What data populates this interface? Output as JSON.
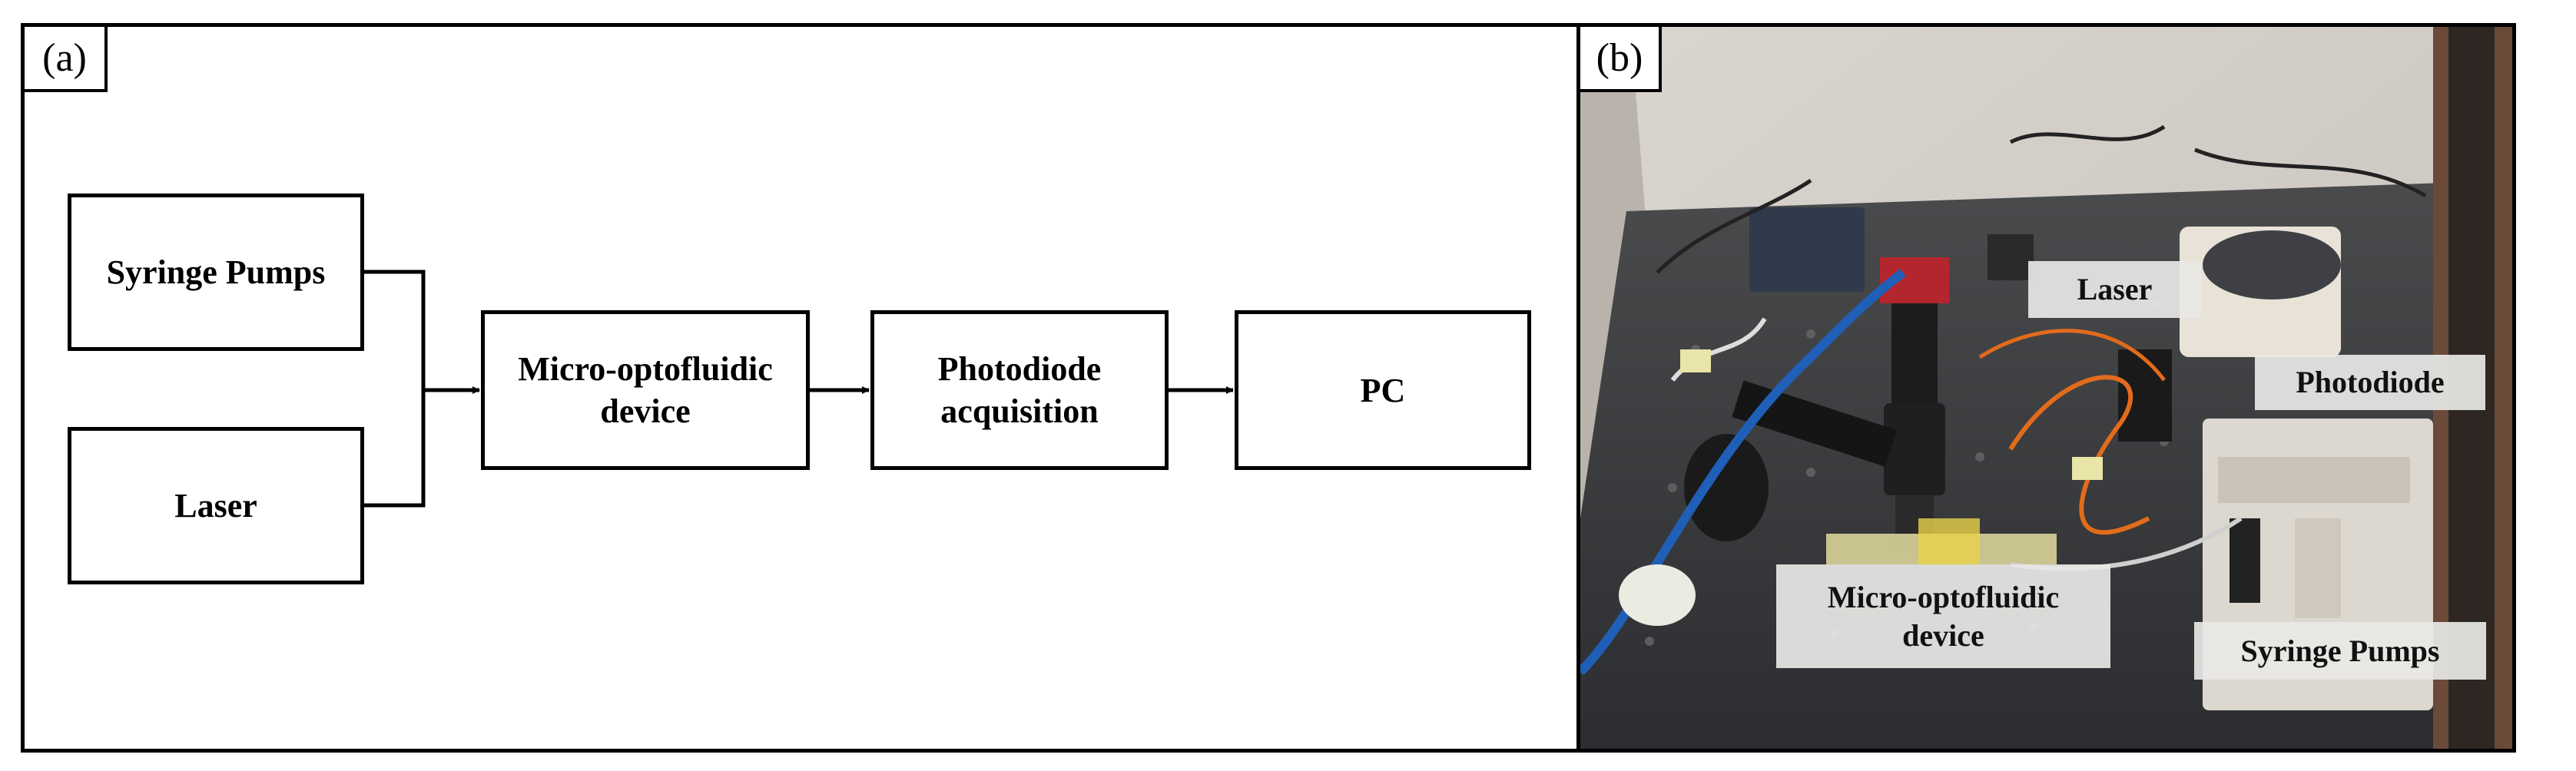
{
  "panel_a": {
    "label": "(a)",
    "boxes": {
      "syringe_pumps": "Syringe Pumps",
      "laser": "Laser",
      "device_line1": "Micro-optofluidic",
      "device_line2": "device",
      "photodiode_line1": "Photodiode",
      "photodiode_line2": "acquisition",
      "pc": "PC"
    }
  },
  "panel_b": {
    "label": "(b)",
    "callouts": {
      "laser": "Laser",
      "photodiode": "Photodiode",
      "device_line1": "Micro-optofluidic",
      "device_line2": "device",
      "syringe_pumps": "Syringe Pumps"
    }
  }
}
